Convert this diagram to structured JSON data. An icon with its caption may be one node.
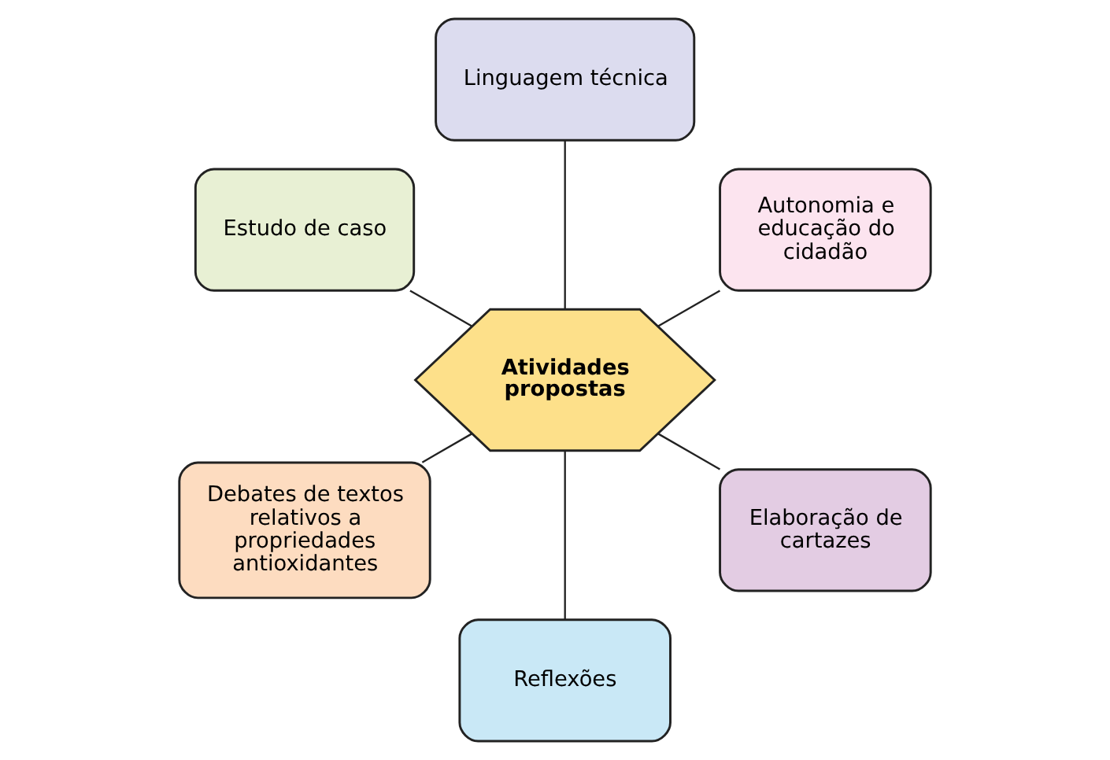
{
  "diagram": {
    "nodes": [
      {
        "text": [
          "Autonomia e educação do cidadão"
        ]
      },
      {
        "text": [
          "Linguagem técnica"
        ]
      },
      {
        "text": [
          "Estudo de caso"
        ]
      },
      {
        "text": [
          "Atividades propostas"
        ]
      },
      {
        "text": [
          "Debates de textos relativos a propriedades antioxidantes"
        ]
      },
      {
        "text": [
          "Reflexões"
        ]
      },
      {
        "text": [
          "Elaboração de cartazes"
        ]
      }
    ],
    "edges": [
      {
        "from": 3,
        "to": 0,
        "arrow": "none"
      },
      {
        "from": 3,
        "to": 1,
        "arrow": "none"
      },
      {
        "from": 3,
        "to": 2,
        "arrow": "none"
      },
      {
        "from": 3,
        "to": 4,
        "arrow": "none"
      },
      {
        "from": 3,
        "to": 5,
        "arrow": "none"
      },
      {
        "from": 3,
        "to": 6,
        "arrow": "none"
      }
    ]
  }
}
